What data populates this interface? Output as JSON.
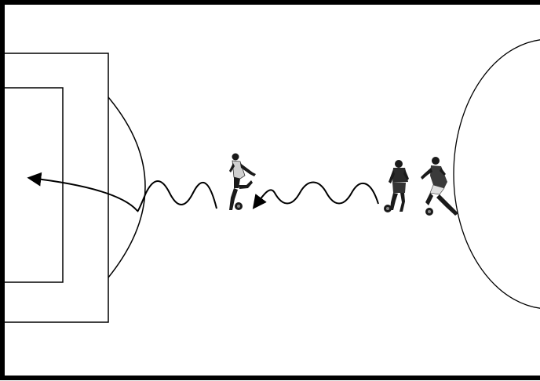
{
  "diagram": {
    "kind": "soccer-drill-half-pitch",
    "colors": {
      "background": "#ffffff",
      "lines": "#000000",
      "players": "#1a1a1a",
      "shirt_light": "#cfcfcf",
      "shirt_dark": "#3a3a3a"
    },
    "players": [
      {
        "id": "shooter",
        "role": "striker-shooting"
      },
      {
        "id": "dribbler",
        "role": "player-dribbling"
      },
      {
        "id": "challenger",
        "role": "player-with-ball-turning"
      }
    ],
    "moves": [
      {
        "id": "shot",
        "type": "straight-arrow",
        "meaning": "shot on goal"
      },
      {
        "id": "dribble-to-shooter",
        "type": "wavy-arrow",
        "meaning": "dribble"
      },
      {
        "id": "dribble-into-box",
        "type": "wavy-line",
        "meaning": "dribble"
      }
    ]
  }
}
